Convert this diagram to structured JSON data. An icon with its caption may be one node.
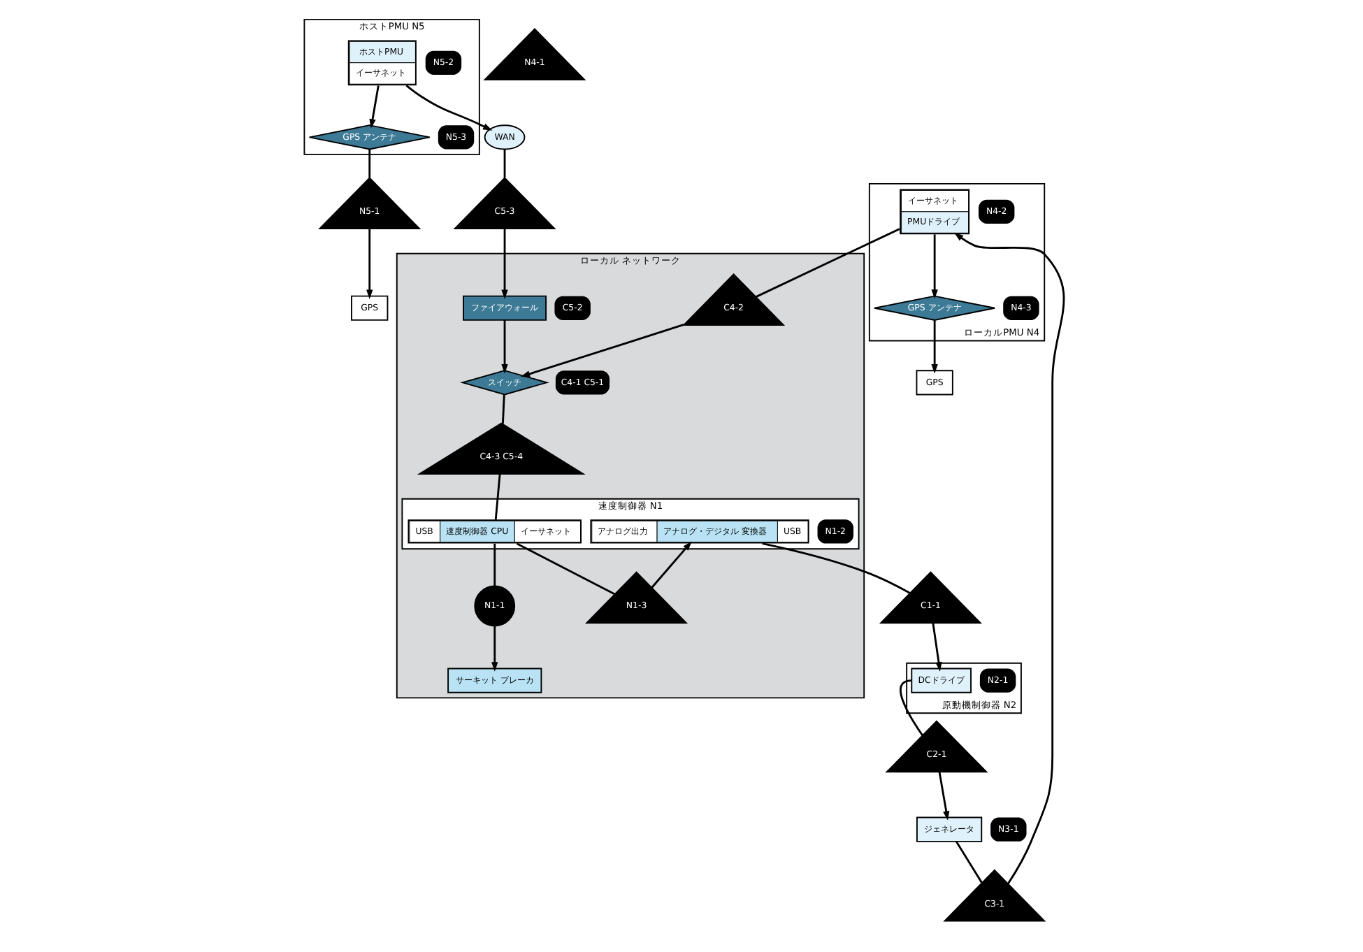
{
  "diagram": {
    "nodes": [
      {
        "text": [
          "ホストPMU N5"
        ]
      },
      {
        "text": [
          "ホストPMU",
          "イーサネット"
        ],
        "in": 0,
        "beside": [
          "N5-2"
        ]
      },
      {
        "text": [
          "GPS アンテナ"
        ],
        "in": 0,
        "beside": [
          "N5-3"
        ]
      },
      {
        "text": [
          "N5-1"
        ]
      },
      {
        "text": [
          "GPS"
        ]
      },
      {
        "text": [
          "WAN"
        ]
      },
      {
        "text": [
          "C5-3"
        ]
      },
      {
        "text": [
          "ローカル ネットワーク"
        ]
      },
      {
        "text": [
          "サーキット ブレーカ"
        ],
        "in": 7
      },
      {
        "text": [
          "速度制御器 N1"
        ],
        "in": 7
      },
      {
        "text": [
          "アナログ出力",
          "アナログ・デジタル 変換器",
          "USB"
        ],
        "in": 9,
        "beside": [
          "N1-2"
        ]
      },
      {
        "text": [
          "N1-3"
        ],
        "in": 7
      },
      {
        "text": [
          "USB",
          "速度制御器 CPU",
          "イーサネット"
        ],
        "in": 9
      },
      {
        "text": [
          "N1-1"
        ],
        "in": 7
      },
      {
        "text": [
          "スイッチ"
        ],
        "in": 7,
        "beside": [
          "C4-1 C5-1"
        ]
      },
      {
        "text": [
          "C4-3 C5-4"
        ],
        "in": 7
      },
      {
        "text": [
          "ファイアウォール"
        ],
        "in": 7,
        "beside": [
          "C5-2"
        ]
      },
      {
        "text": [
          "C4-2"
        ],
        "in": 7
      },
      {
        "text": [
          "ローカルPMU N4"
        ]
      },
      {
        "text": [
          "イーサネット",
          "PMUドライブ"
        ],
        "in": 18,
        "beside": [
          "N4-2"
        ]
      },
      {
        "text": [
          "GPS アンテナ"
        ],
        "in": 18,
        "beside": [
          "N4-3"
        ]
      },
      {
        "text": [
          "N4-1"
        ]
      },
      {
        "text": [
          "GPS"
        ]
      },
      {
        "text": [
          "C1-1"
        ]
      },
      {
        "text": [
          "原動機制御器 N2"
        ]
      },
      {
        "text": [
          "DCドライブ"
        ],
        "in": 24,
        "beside": [
          "N2-1"
        ]
      },
      {
        "text": [
          "C2-1"
        ]
      },
      {
        "text": [
          "ジェネレータ"
        ],
        "beside": [
          "N3-1"
        ]
      },
      {
        "text": [
          "C3-1"
        ]
      }
    ],
    "edges": [
      {
        "from": 1,
        "to": 2,
        "arrow": "to"
      },
      {
        "from": 2,
        "to": 3,
        "arrow": "none"
      },
      {
        "from": 3,
        "to": 4,
        "arrow": "to"
      },
      {
        "from": 1,
        "to": 5,
        "arrow": "to"
      },
      {
        "from": 5,
        "to": 6,
        "arrow": "none"
      },
      {
        "from": 6,
        "to": 16,
        "arrow": "to"
      },
      {
        "from": 16,
        "to": 14,
        "arrow": "to"
      },
      {
        "from": 14,
        "to": 15,
        "arrow": "none"
      },
      {
        "from": 15,
        "to": 12,
        "arrow": "none"
      },
      {
        "from": 12,
        "to": 13,
        "arrow": "none"
      },
      {
        "from": 13,
        "to": 8,
        "arrow": "to"
      },
      {
        "from": 12,
        "to": 11,
        "arrow": "none"
      },
      {
        "from": 11,
        "to": 10,
        "arrow": "to"
      },
      {
        "from": 10,
        "to": 23,
        "arrow": "none"
      },
      {
        "from": 23,
        "to": 25,
        "arrow": "to"
      },
      {
        "from": 25,
        "to": 26,
        "arrow": "none"
      },
      {
        "from": 26,
        "to": 27,
        "arrow": "to"
      },
      {
        "from": 27,
        "to": 28,
        "arrow": "none"
      },
      {
        "from": 28,
        "to": 19,
        "arrow": "to"
      },
      {
        "from": 19,
        "to": 17,
        "arrow": "none"
      },
      {
        "from": 17,
        "to": 14,
        "arrow": "to"
      },
      {
        "from": 19,
        "to": 20,
        "arrow": "to"
      },
      {
        "from": 20,
        "to": 22,
        "arrow": "to"
      }
    ]
  }
}
